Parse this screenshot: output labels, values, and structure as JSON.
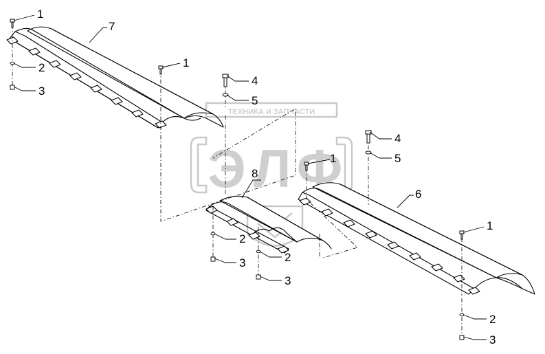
{
  "watermark": {
    "top_text": "ТЕХНИКА И ЗАПЧАСТИ",
    "letters": [
      "Э",
      "Л",
      "Ф"
    ]
  },
  "callouts": [
    {
      "id": "c1a",
      "label": "1"
    },
    {
      "id": "c2a",
      "label": "2"
    },
    {
      "id": "c3a",
      "label": "3"
    },
    {
      "id": "c7",
      "label": "7"
    },
    {
      "id": "c1b",
      "label": "1"
    },
    {
      "id": "c4a",
      "label": "4"
    },
    {
      "id": "c5a",
      "label": "5"
    },
    {
      "id": "c8",
      "label": "8"
    },
    {
      "id": "c1c",
      "label": "1"
    },
    {
      "id": "c4b",
      "label": "4"
    },
    {
      "id": "c5b",
      "label": "5"
    },
    {
      "id": "c6",
      "label": "6"
    },
    {
      "id": "c2b",
      "label": "2"
    },
    {
      "id": "c3b",
      "label": "3"
    },
    {
      "id": "c2c",
      "label": "2"
    },
    {
      "id": "c3c",
      "label": "3"
    },
    {
      "id": "c1d",
      "label": "1"
    },
    {
      "id": "c2d",
      "label": "2"
    },
    {
      "id": "c3d",
      "label": "3"
    }
  ],
  "colors": {
    "line": "#000000",
    "watermark": "#c9c9c9",
    "background": "#ffffff"
  }
}
